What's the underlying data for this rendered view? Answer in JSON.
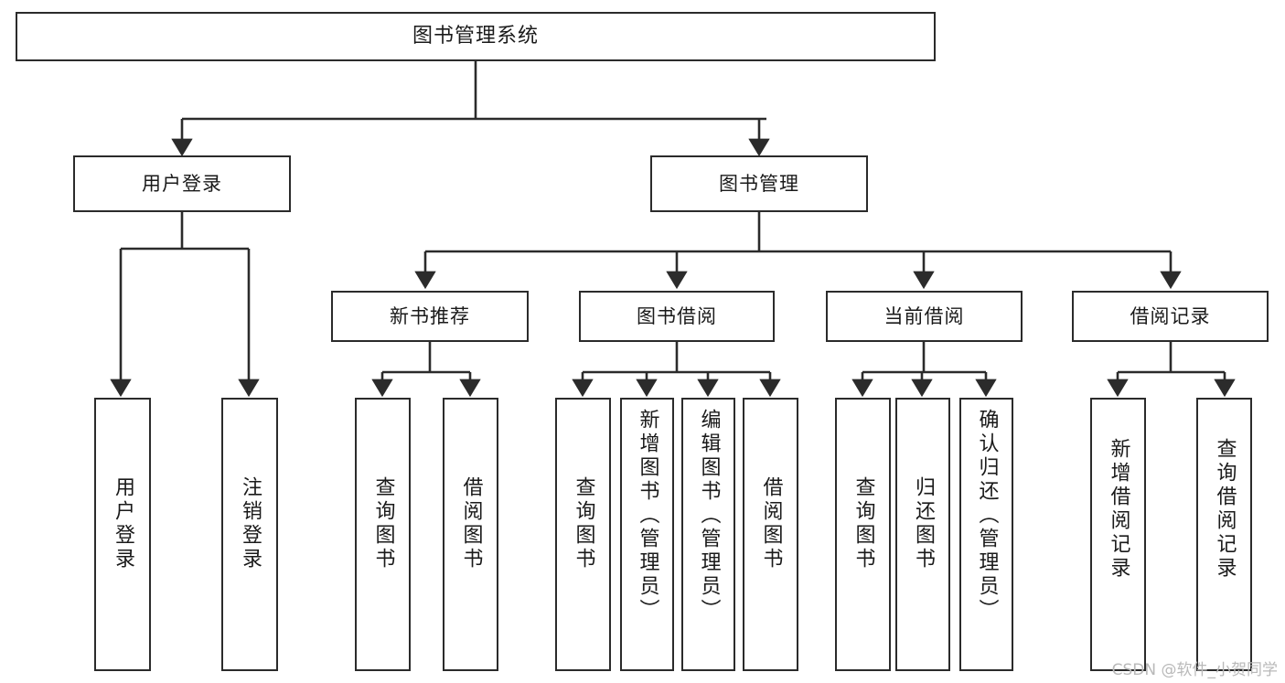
{
  "diagram": {
    "title": "图书管理系统",
    "type": "tree",
    "orientation": "top-down",
    "colors": {
      "box_border": "#2b2b2b",
      "box_fill": "#ffffff",
      "edge": "#2b2b2b",
      "text": "#1a1a1a",
      "watermark": "#b9b9b9",
      "background": "#ffffff"
    }
  },
  "root": {
    "label": "图书管理系统"
  },
  "level1": [
    {
      "id": "user-login",
      "label": "用户登录"
    },
    {
      "id": "book-management",
      "label": "图书管理"
    }
  ],
  "level2": [
    {
      "id": "new-book-recommend",
      "label": "新书推荐"
    },
    {
      "id": "book-borrow",
      "label": "图书借阅"
    },
    {
      "id": "current-borrow",
      "label": "当前借阅"
    },
    {
      "id": "borrow-record",
      "label": "借阅记录"
    }
  ],
  "leaves": {
    "user_login": [
      {
        "id": "leaf-user-login",
        "label": "用户登录"
      },
      {
        "id": "leaf-logout",
        "label": "注销登录"
      }
    ],
    "new_book_recommend": [
      {
        "id": "leaf-query-book-1",
        "label": "查询图书"
      },
      {
        "id": "leaf-borrow-book-1",
        "label": "借阅图书"
      }
    ],
    "book_borrow": [
      {
        "id": "leaf-query-book-2",
        "label": "查询图书"
      },
      {
        "id": "leaf-add-book",
        "label": "新增图书（管理员）"
      },
      {
        "id": "leaf-edit-book",
        "label": "编辑图书（管理员）"
      },
      {
        "id": "leaf-borrow-book-2",
        "label": "借阅图书"
      }
    ],
    "current_borrow": [
      {
        "id": "leaf-query-book-3",
        "label": "查询图书"
      },
      {
        "id": "leaf-return-book",
        "label": "归还图书"
      },
      {
        "id": "leaf-confirm-return",
        "label": "确认归还（管理员）"
      }
    ],
    "borrow_record": [
      {
        "id": "leaf-add-record",
        "label": "新增借阅记录"
      },
      {
        "id": "leaf-query-record",
        "label": "查询借阅记录"
      }
    ]
  },
  "watermark": {
    "text": "CSDN @软件_小贺同学"
  }
}
